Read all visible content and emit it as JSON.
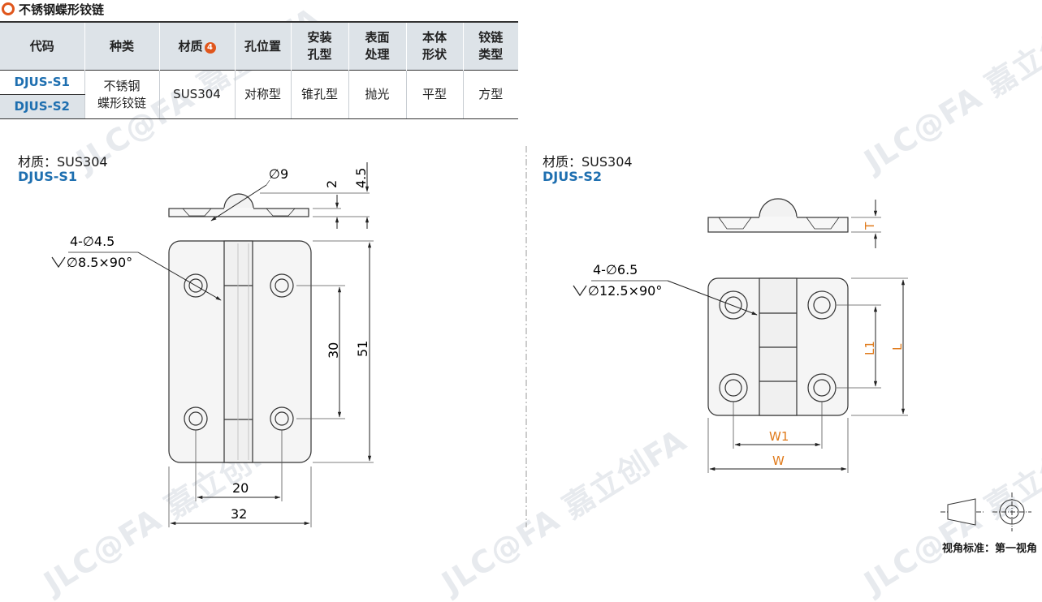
{
  "title": "不锈钢蝶形铰链",
  "table": {
    "headers": [
      {
        "line1": "代码",
        "line2": ""
      },
      {
        "line1": "种类",
        "line2": ""
      },
      {
        "line1": "材质",
        "line2": "",
        "badge": "4"
      },
      {
        "line1": "孔位置",
        "line2": ""
      },
      {
        "line1": "安装",
        "line2": "孔型"
      },
      {
        "line1": "表面",
        "line2": "处理"
      },
      {
        "line1": "本体",
        "line2": "形状"
      },
      {
        "line1": "铰链",
        "line2": "类型"
      }
    ],
    "codes": [
      "DJUS-S1",
      "DJUS-S2"
    ],
    "type_line1": "不锈钢",
    "type_line2": "蝶形铰链",
    "material": "SUS304",
    "hole_position": "对称型",
    "mount_hole": "锥孔型",
    "surface": "抛光",
    "body_shape": "平型",
    "hinge_type": "方型"
  },
  "left": {
    "material_label": "材质：SUS304",
    "code": "DJUS-S1",
    "dims": {
      "pin_dia": "∅9",
      "plate_t": "2",
      "height_t": "4.5",
      "hole_spec": "4-∅4.5",
      "csk_spec": "∅8.5×90°",
      "hole_pitch_v": "30",
      "length": "51",
      "hole_pitch_h": "20",
      "width": "32"
    }
  },
  "right": {
    "material_label": "材质：SUS304",
    "code": "DJUS-S2",
    "dims": {
      "thickness": "T",
      "hole_spec": "4-∅6.5",
      "csk_spec": "∅12.5×90°",
      "l1": "L1",
      "l": "L",
      "w1": "W1",
      "w": "W"
    }
  },
  "footer": "视角标准：第一视角",
  "watermark": "JLC@FA 嘉立创FA",
  "colors": {
    "accent": "#e0561c",
    "code_blue": "#1e6fb0",
    "dim_orange": "#e07b1c",
    "header_bg": "#dde3e8"
  }
}
